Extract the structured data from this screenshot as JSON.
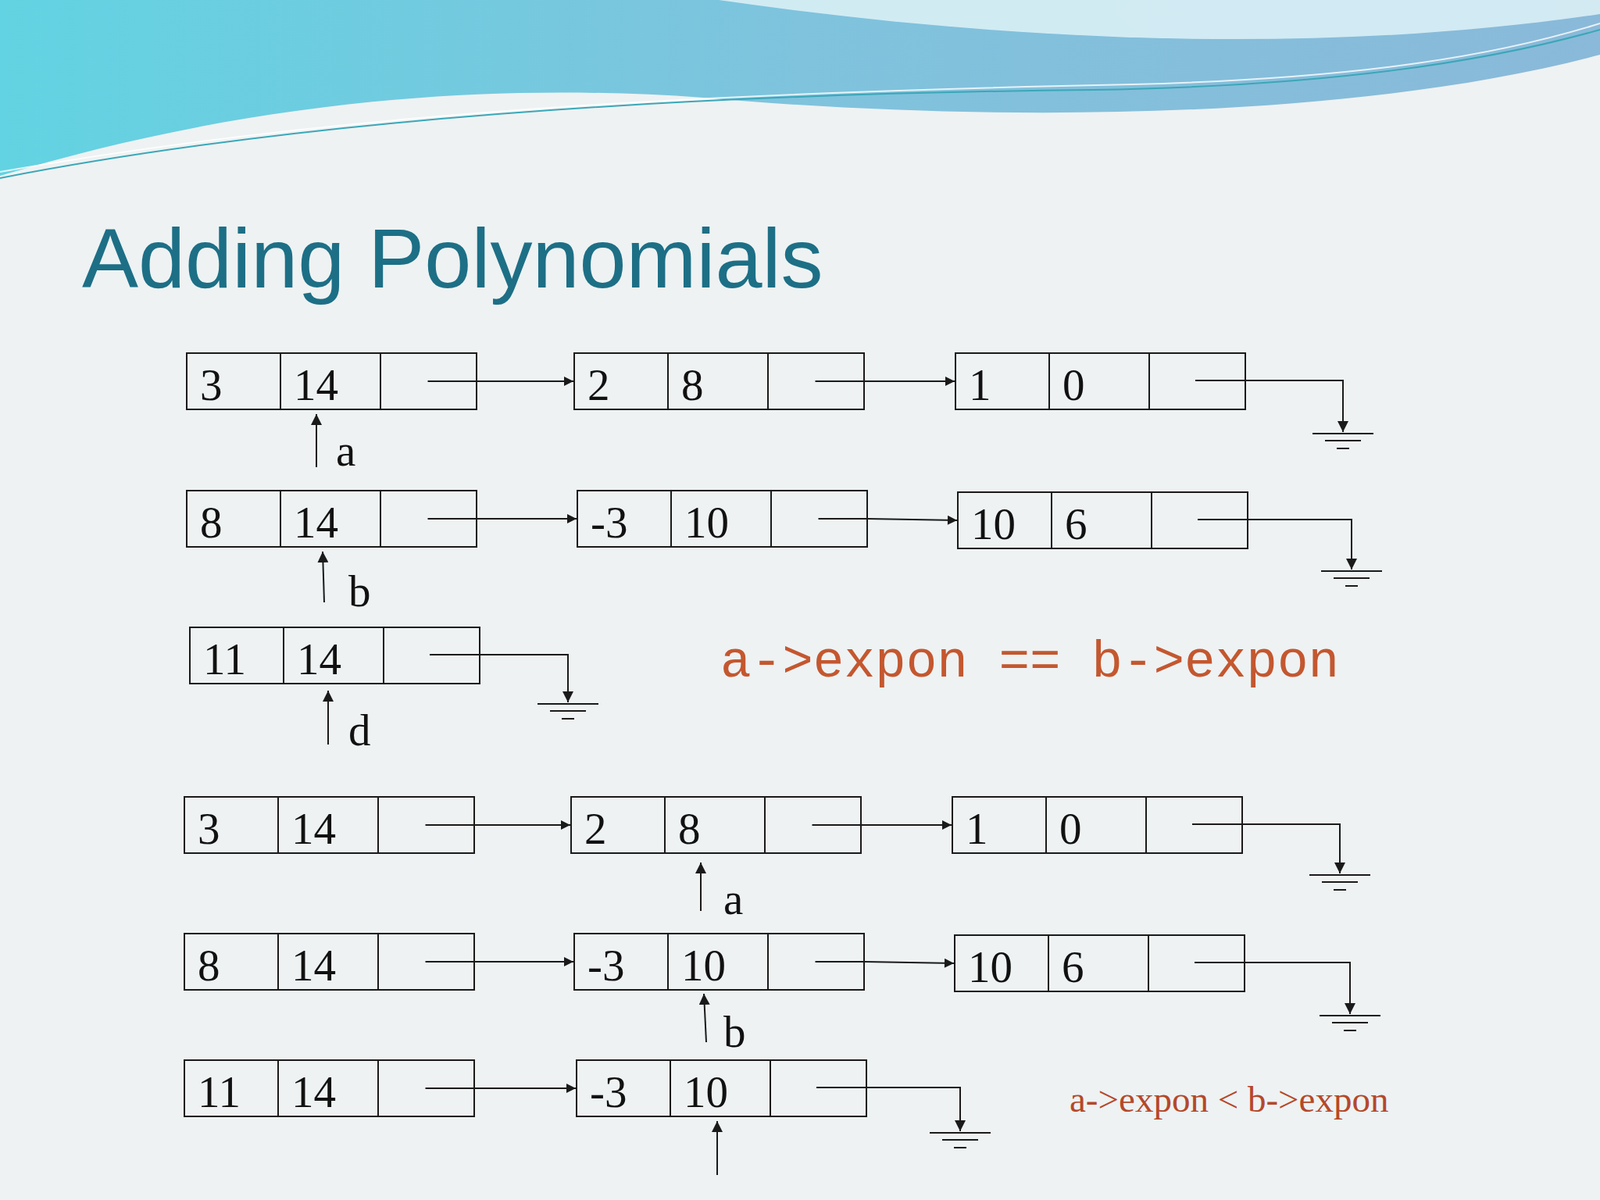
{
  "diagram": {
    "title": "Adding Polynomials",
    "nodes": [
      {
        "text": [
          "3",
          "14"
        ]
      },
      {
        "text": [
          "2",
          "8"
        ]
      },
      {
        "text": [
          "1",
          "0"
        ]
      },
      {
        "text": [
          "8",
          "14"
        ]
      },
      {
        "text": [
          "-3",
          "10"
        ]
      },
      {
        "text": [
          "10",
          "6"
        ]
      },
      {
        "text": [
          "11",
          "14"
        ]
      },
      {
        "text": [
          "3",
          "14"
        ]
      },
      {
        "text": [
          "2",
          "8"
        ]
      },
      {
        "text": [
          "1",
          "0"
        ]
      },
      {
        "text": [
          "8",
          "14"
        ]
      },
      {
        "text": [
          "-3",
          "10"
        ]
      },
      {
        "text": [
          "10",
          "6"
        ]
      },
      {
        "text": [
          "11",
          "14"
        ]
      },
      {
        "text": [
          "-3",
          "10"
        ]
      }
    ],
    "edges": [
      {
        "from": 0,
        "to": 1,
        "arrow": "to"
      },
      {
        "from": 1,
        "to": 2,
        "arrow": "to"
      },
      {
        "from": 3,
        "to": 4,
        "arrow": "to"
      },
      {
        "from": 4,
        "to": 5,
        "arrow": "to"
      },
      {
        "from": 7,
        "to": 8,
        "arrow": "to"
      },
      {
        "from": 8,
        "to": 9,
        "arrow": "to"
      },
      {
        "from": 10,
        "to": 11,
        "arrow": "to"
      },
      {
        "from": 11,
        "to": 12,
        "arrow": "to"
      },
      {
        "from": 13,
        "to": 14,
        "arrow": "to"
      }
    ],
    "labels": [
      "a",
      "b",
      "d",
      "a->expon == b->expon",
      "a",
      "b",
      "a->expon < b->expon"
    ]
  }
}
